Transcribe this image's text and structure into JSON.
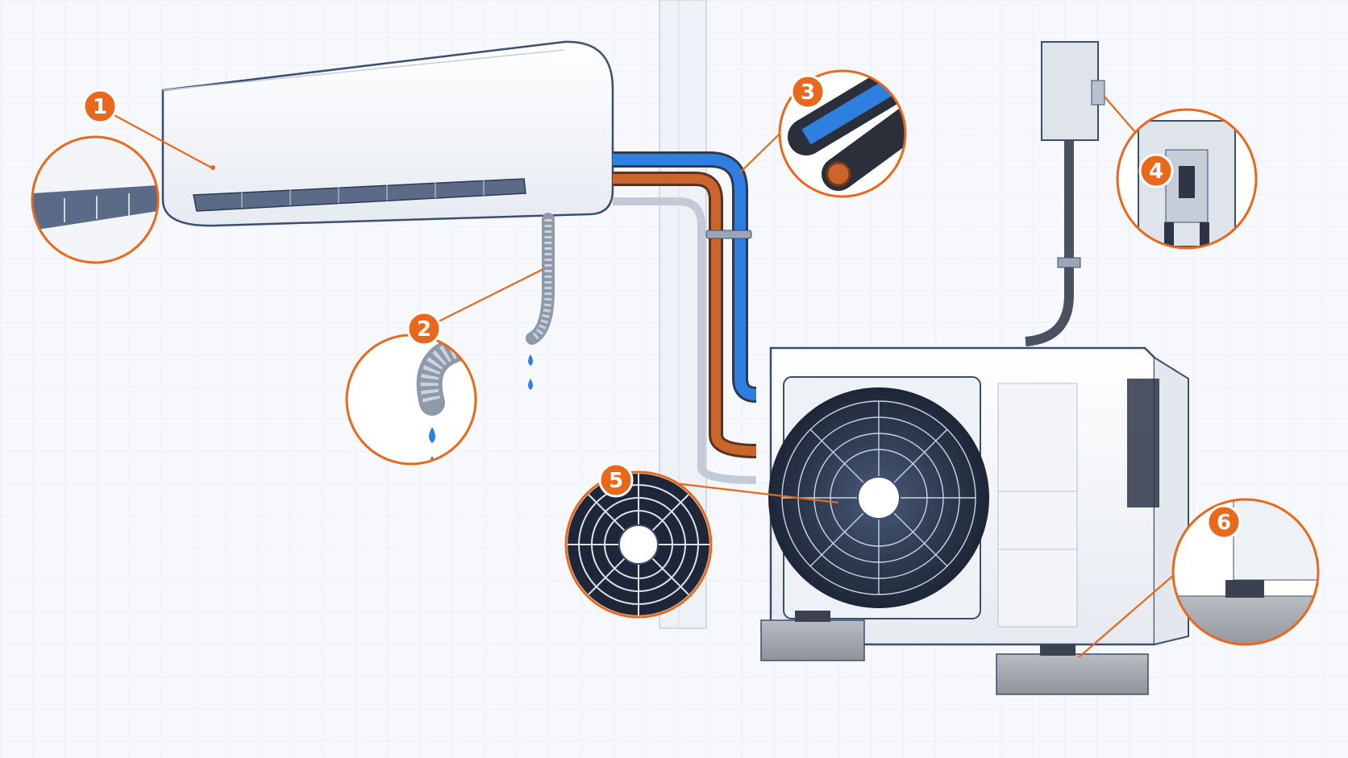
{
  "title": "",
  "colors": {
    "accent": "#e8681c",
    "suction_line": "#2f7fe0",
    "liquid_line": "#c9652d",
    "insulation": "#2a2f3a",
    "line_art": "#3a4f72",
    "grid": "#e3e8f0",
    "background": "#f7f8fb"
  },
  "callouts": [
    {
      "id": "1",
      "label": "1",
      "part": "indoor-unit-louver"
    },
    {
      "id": "2",
      "label": "2",
      "part": "condensate-drain-hose"
    },
    {
      "id": "3",
      "label": "3",
      "part": "insulated-refrigerant-lines"
    },
    {
      "id": "4",
      "label": "4",
      "part": "electrical-disconnect-switch"
    },
    {
      "id": "5",
      "label": "5",
      "part": "outdoor-fan-grille"
    },
    {
      "id": "6",
      "label": "6",
      "part": "mounting-pad"
    }
  ]
}
